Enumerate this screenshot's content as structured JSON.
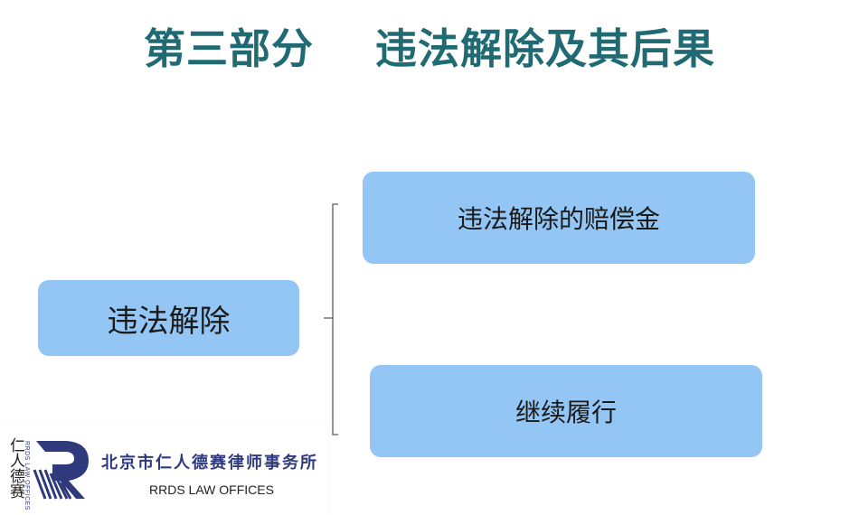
{
  "slide": {
    "title": "第三部分    违法解除及其后果"
  },
  "diagram": {
    "root": "违法解除",
    "branches": [
      "违法解除的赔偿金",
      "继续履行"
    ],
    "box_color": "#93c6f4",
    "title_color": "#1f6a73"
  },
  "logo": {
    "calligraphy": "仁人德赛",
    "vertical_text": "RRDS LAW OFFICES",
    "name_cn": "北京市仁人德赛律师事务所",
    "name_en": "RRDS LAW OFFICES",
    "brand_color": "#2e3a7c"
  }
}
